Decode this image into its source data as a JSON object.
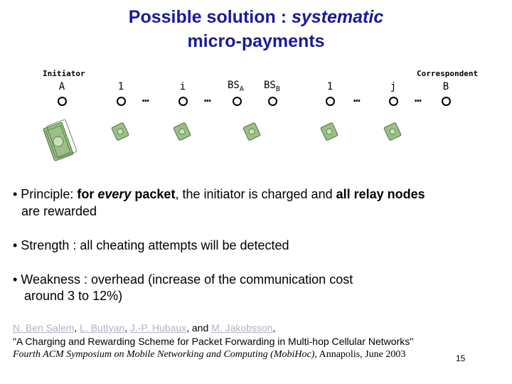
{
  "title": {
    "part1": "Possible solution : ",
    "part2": "systematic",
    "line2": "micro-payments"
  },
  "diagram": {
    "initiator_label": "Initiator",
    "correspondent_label": "Correspondent",
    "nodes": {
      "a": "A",
      "n1": "1",
      "i": "i",
      "bsa_main": "BS",
      "bsa_sub": "A",
      "bsb_main": "BS",
      "bsb_sub": "B",
      "n1b": "1",
      "j": "j",
      "b": "B"
    },
    "ellipsis": "…"
  },
  "bullets": {
    "principle_prefix": "• Principle: ",
    "principle_for": "for ",
    "principle_every": "every",
    "principle_packet": " packet",
    "principle_mid": ", the initiator is charged and ",
    "principle_all": "all relay nodes",
    "principle_end": "are rewarded",
    "strength": "• Strength : all cheating attempts will be detected",
    "weakness_line1": "• Weakness : overhead (increase of the communication cost",
    "weakness_line2": "around 3 to 12%)"
  },
  "reference": {
    "author1": "N. Ben Salem",
    "author2": "L. Buttyan",
    "author3": "J.-P. Hubaux",
    "and": ", and ",
    "author4": "M. Jakobsson",
    "sep": ", ",
    "title": "\"A Charging and Rewarding Scheme for Packet Forwarding in Multi-hop Cellular Networks\"",
    "venue": "Fourth ACM Symposium on Mobile Networking and Computing (MobiHoc),",
    "place": " Annapolis, June 2003",
    "page_number": "15"
  },
  "colors": {
    "title": "#1a1a99",
    "link": "#b0b0c8",
    "money": "#7fa86a"
  }
}
